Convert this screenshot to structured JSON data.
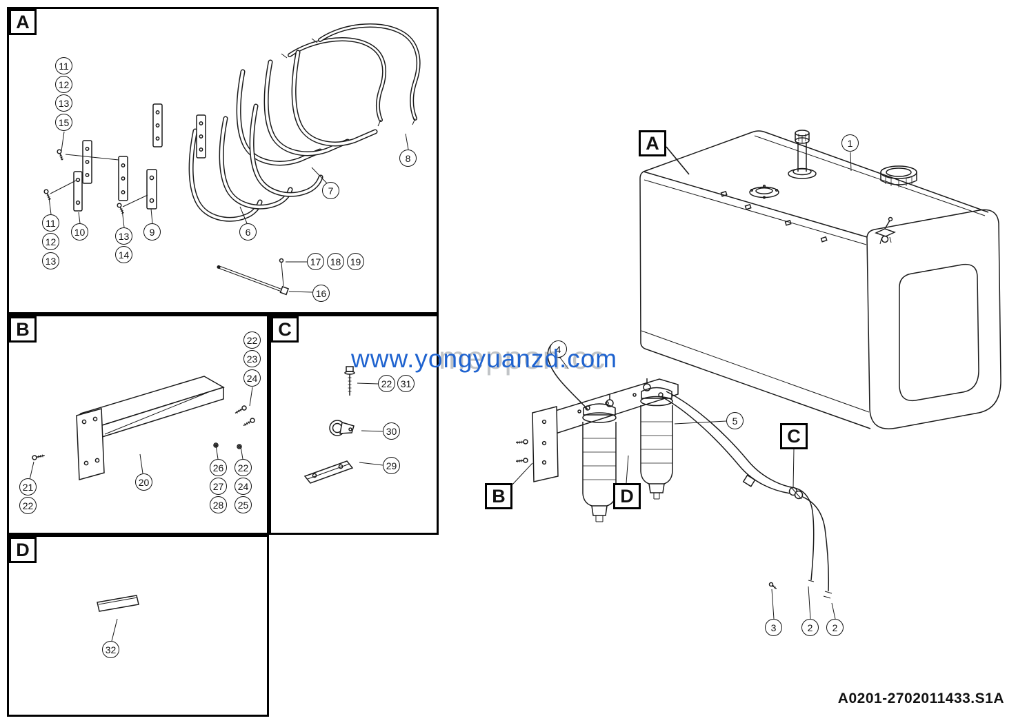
{
  "page": {
    "drawing_number": "A0201-2702011433.S1A",
    "watermark_primary": "www.yongyuanzd.com",
    "watermark_secondary": "meppon.cc",
    "watermark_color": "#1f63cf",
    "line_color": "#1a1a1a",
    "background": "#ffffff"
  },
  "panel_labels": [
    "A",
    "B",
    "C",
    "D"
  ],
  "main_labels": [
    "A",
    "B",
    "C",
    "D"
  ],
  "callouts": {
    "panel_a": [
      "11",
      "12",
      "13",
      "15",
      "11",
      "12",
      "13",
      "10",
      "13",
      "14",
      "9",
      "6",
      "7",
      "8",
      "17",
      "18",
      "19",
      "16"
    ],
    "panel_b": [
      "22",
      "23",
      "24",
      "21",
      "22",
      "20",
      "26",
      "27",
      "28",
      "22",
      "24",
      "25"
    ],
    "panel_c": [
      "22",
      "31",
      "30",
      "29"
    ],
    "panel_d": [
      "32"
    ],
    "main": [
      "1",
      "4",
      "5",
      "3",
      "2",
      "2"
    ]
  }
}
